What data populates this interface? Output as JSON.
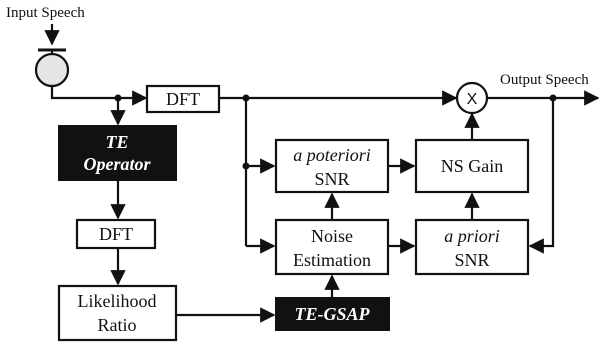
{
  "io": {
    "input_label": "Input Speech",
    "output_label": "Output Speech"
  },
  "blocks": {
    "dft_top": "DFT",
    "te_operator_line1": "TE",
    "te_operator_line2": "Operator",
    "dft_left": "DFT",
    "likelihood_line1": "Likelihood",
    "likelihood_line2": "Ratio",
    "te_gsap": "TE-GSAP",
    "a_posteriori_line1": "a poteriori",
    "a_posteriori_line2": "SNR",
    "noise_line1": "Noise",
    "noise_line2": "Estimation",
    "ns_gain": "NS Gain",
    "a_priori_line1": "a priori",
    "a_priori_line2": "SNR",
    "multiplier_symbol": "X"
  }
}
